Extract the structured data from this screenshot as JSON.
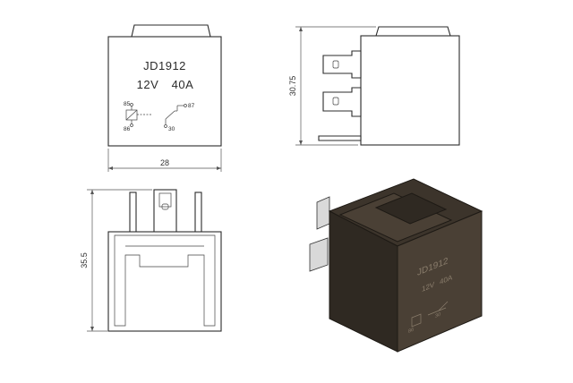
{
  "front_view": {
    "model": "JD1912",
    "rating_voltage": "12V",
    "rating_current": "40A",
    "pin_85": "85",
    "pin_86": "86",
    "pin_87": "87",
    "pin_30": "30",
    "width_dim": "28"
  },
  "side_view": {
    "height_dim": "30.75"
  },
  "bottom_view": {
    "height_dim": "35.5"
  },
  "iso_view": {
    "model": "JD1912",
    "rating_voltage": "12V",
    "rating_current": "40A",
    "pin_86": "86",
    "pin_30": "30",
    "body_color": "#4a4035"
  }
}
